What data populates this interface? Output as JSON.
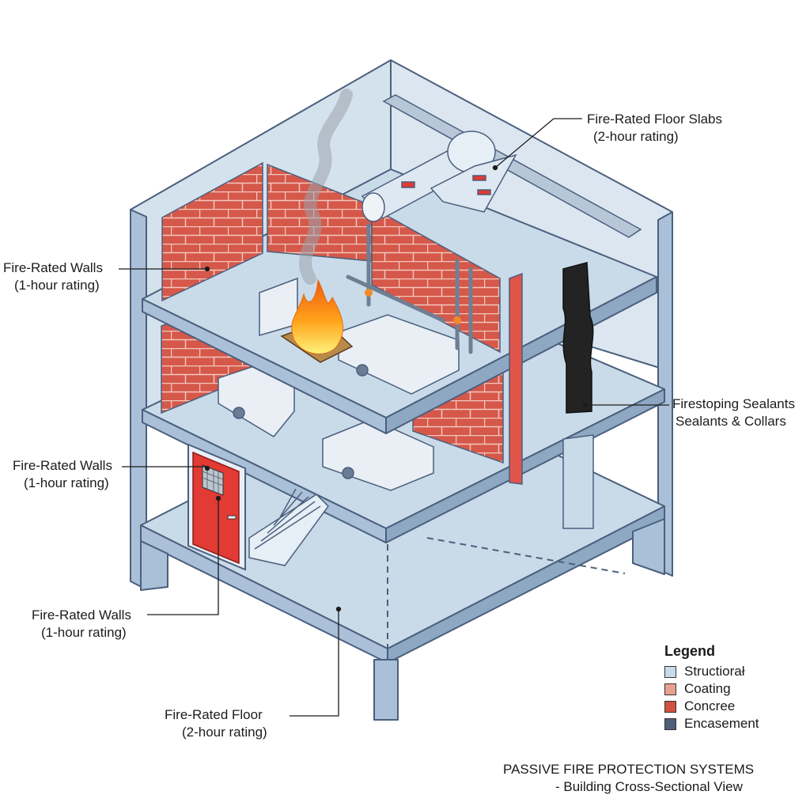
{
  "labels": {
    "top_right": {
      "line1": "Fire-Rated Floor Slabs",
      "line2": "(2-hour rating)"
    },
    "left_upper": {
      "line1": "Fire-Rated Walls",
      "line2": "(1-hour rating)"
    },
    "left_middle": {
      "line1": "Fire-Rated Walls",
      "line2": "(1-hour rating)"
    },
    "left_lower": {
      "line1": "Fire-Rated Walls",
      "line2": "(1-hour rating)"
    },
    "bottom_floor": {
      "line1": "Fire-Rated Floor",
      "line2": "(2-hour rating)"
    },
    "right_middle": {
      "line1": "Firestoping Sealants",
      "line2": "Sealants & Collars"
    }
  },
  "legend": {
    "title": "Legend",
    "items": [
      {
        "label": "Structiorał",
        "color": "#c9dbe9"
      },
      {
        "label": "Coating",
        "color": "#e9a08f"
      },
      {
        "label": "Concree",
        "color": "#d2503f"
      },
      {
        "label": "Encasement",
        "color": "#4f5f7a"
      }
    ]
  },
  "caption": {
    "title": "PASSIVE FIRE PROTECTION SYSTEMS",
    "subtitle": "- Building Cross-Sectional View"
  },
  "colors": {
    "structure": "#c9dbe9",
    "structure_dark": "#8ea8c4",
    "brick": "#d5584a",
    "door": "#e23a34",
    "duct": "#dde8f2",
    "encasement": "#232323",
    "fire": "#ff8c1a"
  }
}
